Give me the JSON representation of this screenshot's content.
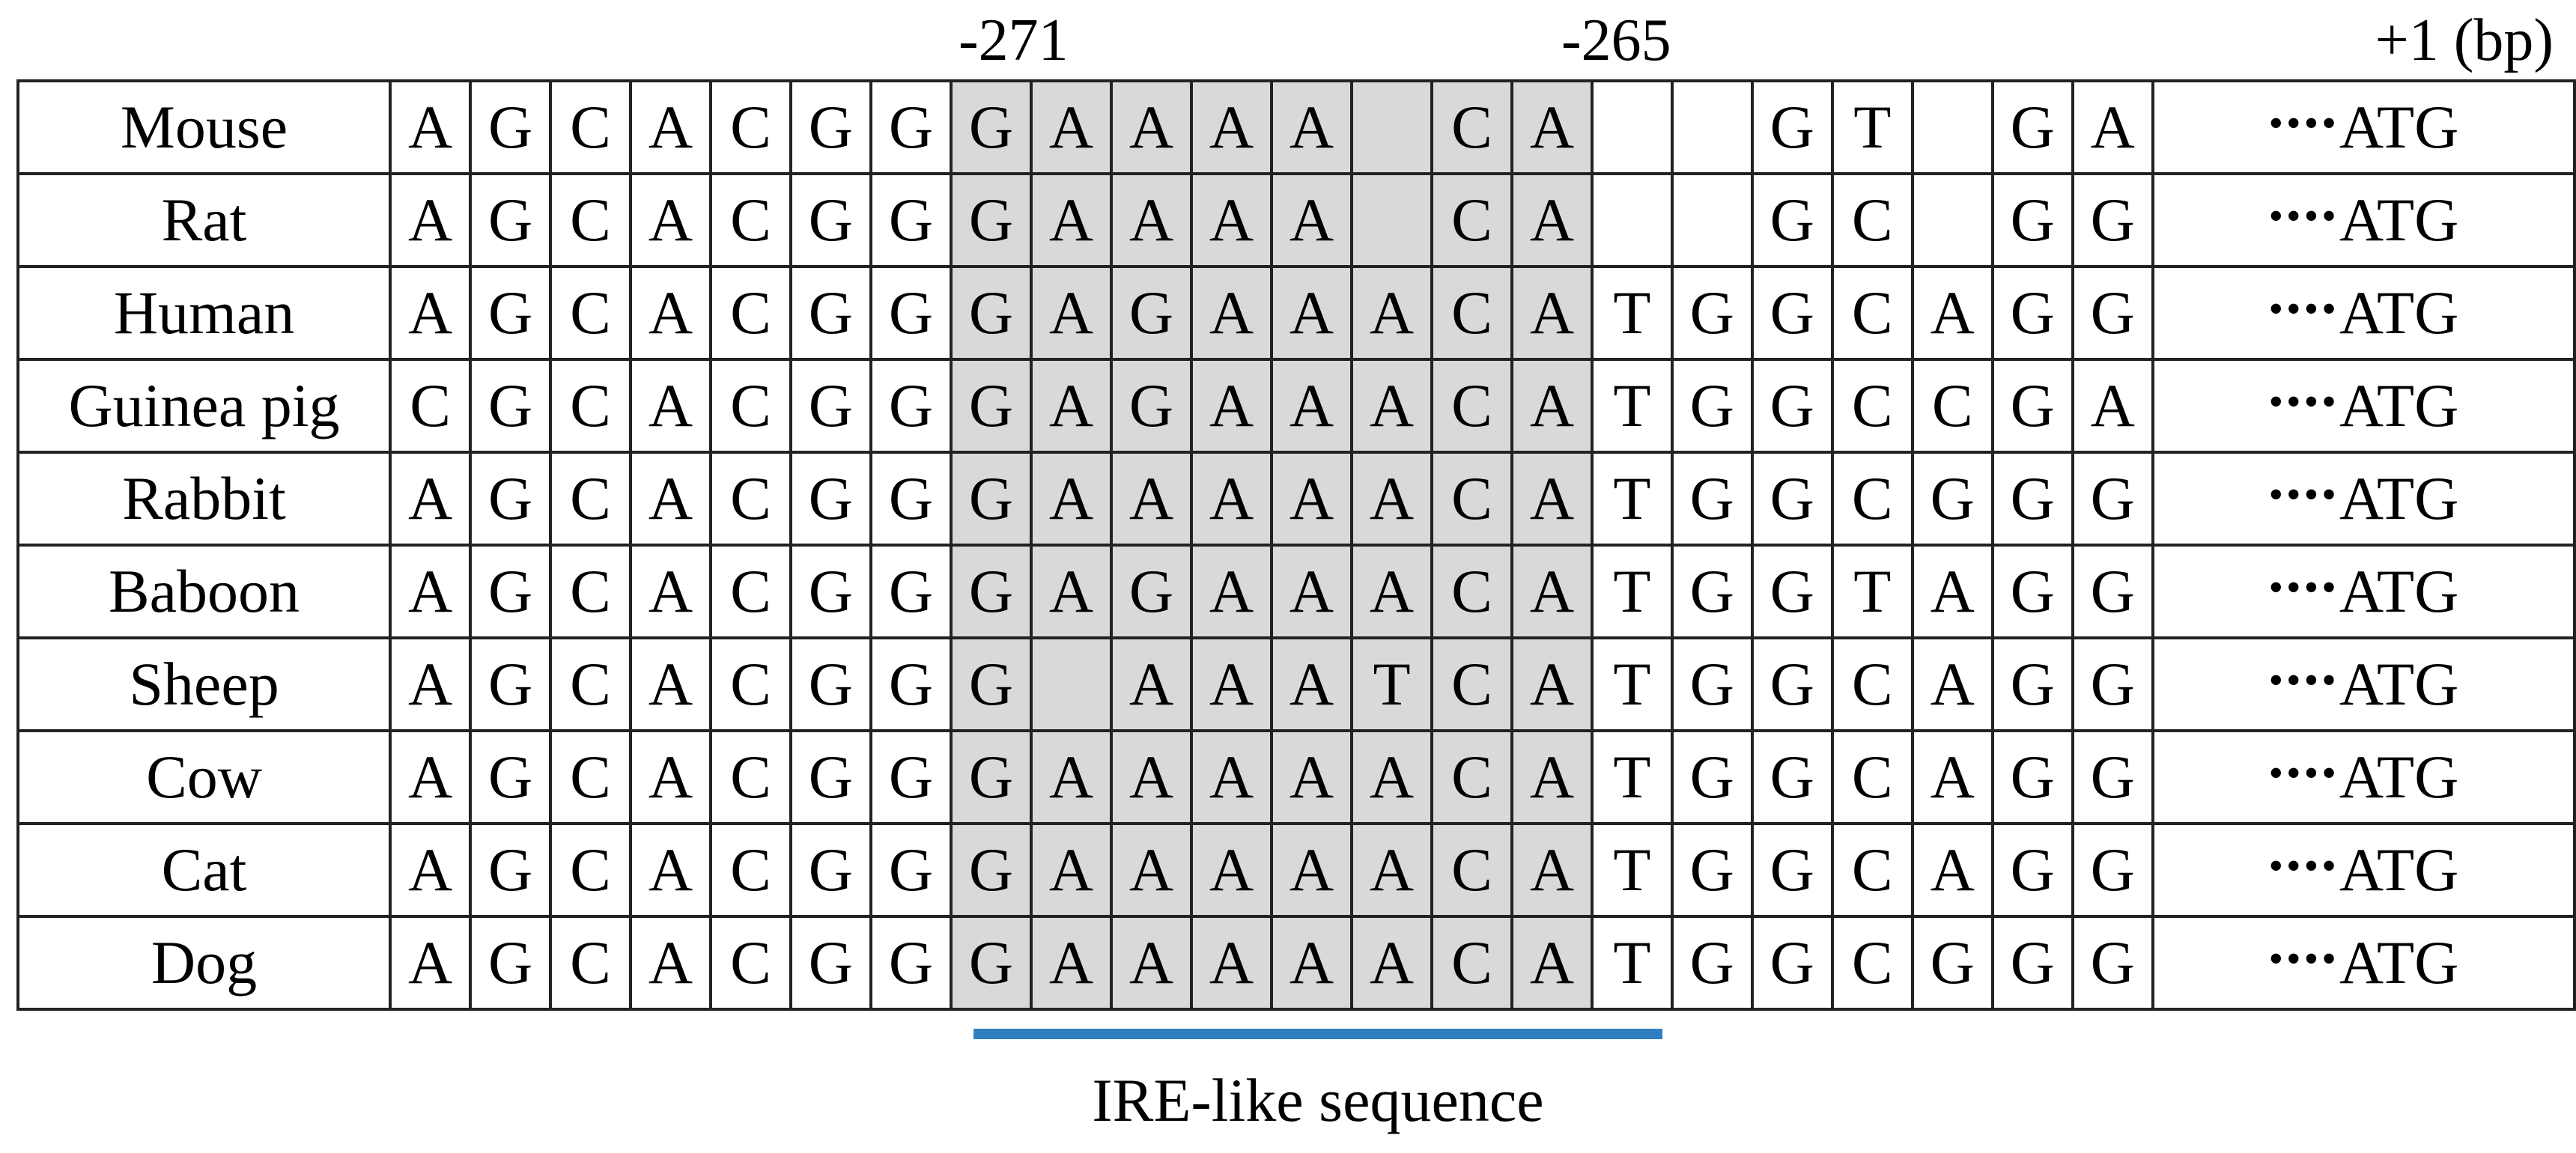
{
  "position_labels": {
    "left": "-271",
    "mid": "-265",
    "right": "+1 (bp)"
  },
  "ire_columns": [
    7,
    8,
    9,
    10,
    11,
    12,
    13,
    14
  ],
  "rows": [
    {
      "species": "Mouse",
      "nucs": [
        "A",
        "G",
        "C",
        "A",
        "C",
        "G",
        "G",
        "G",
        "A",
        "A",
        "A",
        "A",
        "",
        "C",
        "A",
        "",
        "",
        "G",
        "T",
        "",
        "G",
        "A"
      ],
      "dots": "••••",
      "end": "ATG"
    },
    {
      "species": "Rat",
      "nucs": [
        "A",
        "G",
        "C",
        "A",
        "C",
        "G",
        "G",
        "G",
        "A",
        "A",
        "A",
        "A",
        "",
        "C",
        "A",
        "",
        "",
        "G",
        "C",
        "",
        "G",
        "G"
      ],
      "dots": "••••",
      "end": "ATG"
    },
    {
      "species": "Human",
      "nucs": [
        "A",
        "G",
        "C",
        "A",
        "C",
        "G",
        "G",
        "G",
        "A",
        "G",
        "A",
        "A",
        "A",
        "C",
        "A",
        "T",
        "G",
        "G",
        "C",
        "A",
        "G",
        "G"
      ],
      "dots": "••••",
      "end": "ATG"
    },
    {
      "species": "Guinea pig",
      "nucs": [
        "C",
        "G",
        "C",
        "A",
        "C",
        "G",
        "G",
        "G",
        "A",
        "G",
        "A",
        "A",
        "A",
        "C",
        "A",
        "T",
        "G",
        "G",
        "C",
        "C",
        "G",
        "A"
      ],
      "dots": "••••",
      "end": "ATG"
    },
    {
      "species": "Rabbit",
      "nucs": [
        "A",
        "G",
        "C",
        "A",
        "C",
        "G",
        "G",
        "G",
        "A",
        "A",
        "A",
        "A",
        "A",
        "C",
        "A",
        "T",
        "G",
        "G",
        "C",
        "G",
        "G",
        "G"
      ],
      "dots": "••••",
      "end": "ATG"
    },
    {
      "species": "Baboon",
      "nucs": [
        "A",
        "G",
        "C",
        "A",
        "C",
        "G",
        "G",
        "G",
        "A",
        "G",
        "A",
        "A",
        "A",
        "C",
        "A",
        "T",
        "G",
        "G",
        "T",
        "A",
        "G",
        "G"
      ],
      "dots": "••••",
      "end": "ATG"
    },
    {
      "species": "Sheep",
      "nucs": [
        "A",
        "G",
        "C",
        "A",
        "C",
        "G",
        "G",
        "G",
        "",
        "A",
        "A",
        "A",
        "T",
        "C",
        "A",
        "T",
        "G",
        "G",
        "C",
        "A",
        "G",
        "G"
      ],
      "dots": "••••",
      "end": "ATG"
    },
    {
      "species": "Cow",
      "nucs": [
        "A",
        "G",
        "C",
        "A",
        "C",
        "G",
        "G",
        "G",
        "A",
        "A",
        "A",
        "A",
        "A",
        "C",
        "A",
        "T",
        "G",
        "G",
        "C",
        "A",
        "G",
        "G"
      ],
      "dots": "••••",
      "end": "ATG"
    },
    {
      "species": "Cat",
      "nucs": [
        "A",
        "G",
        "C",
        "A",
        "C",
        "G",
        "G",
        "G",
        "A",
        "A",
        "A",
        "A",
        "A",
        "C",
        "A",
        "T",
        "G",
        "G",
        "C",
        "A",
        "G",
        "G"
      ],
      "dots": "••••",
      "end": "ATG"
    },
    {
      "species": "Dog",
      "nucs": [
        "A",
        "G",
        "C",
        "A",
        "C",
        "G",
        "G",
        "G",
        "A",
        "A",
        "A",
        "A",
        "A",
        "C",
        "A",
        "T",
        "G",
        "G",
        "C",
        "G",
        "G",
        "G"
      ],
      "dots": "••••",
      "end": "ATG"
    }
  ],
  "ire_label": "IRE-like sequence",
  "colors": {
    "ire_shade": "#d9d9d9",
    "ire_bar": "#2f7fc1",
    "grid": "#222222"
  }
}
